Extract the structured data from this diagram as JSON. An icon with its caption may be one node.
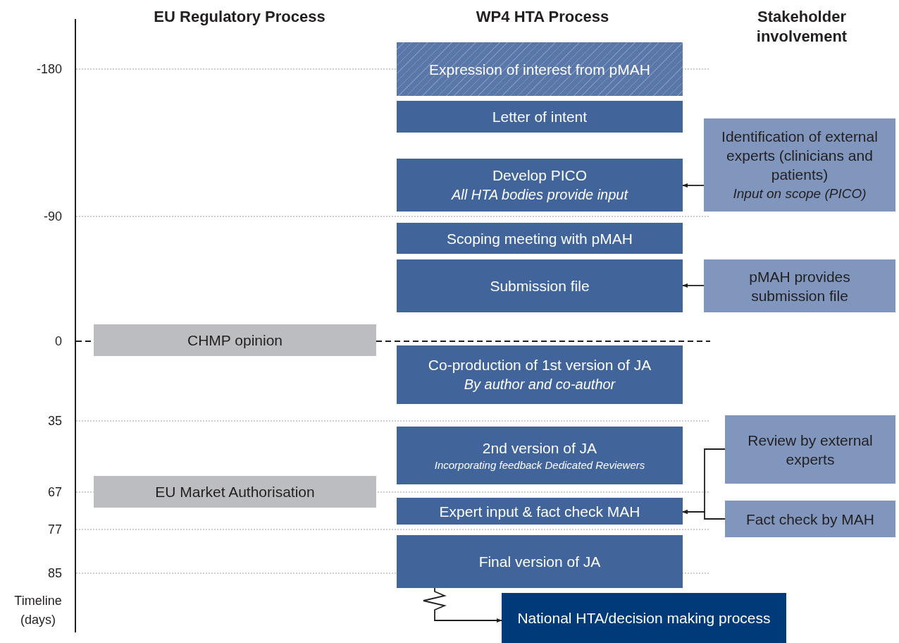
{
  "diagram": {
    "nodes": [
      {
        "text": [
          "Expression of interest from pMAH"
        ]
      },
      {
        "text": [
          "Letter of intent"
        ]
      },
      {
        "text": [
          "Develop PICO",
          "All HTA bodies provide input"
        ]
      },
      {
        "text": [
          "Identification of external experts (clinicians and patients)",
          "Input on scope (PICO)"
        ]
      },
      {
        "text": [
          "Scoping meeting with pMAH"
        ]
      },
      {
        "text": [
          "Submission file"
        ]
      },
      {
        "text": [
          "pMAH provides submission file"
        ]
      },
      {
        "text": [
          "CHMP opinion"
        ]
      },
      {
        "text": [
          "Co-production of 1st version of JA",
          "By author and co-author"
        ]
      },
      {
        "text": [
          "2nd version of JA",
          "Incorporating feedback Dedicated Reviewers"
        ]
      },
      {
        "text": [
          "Review by external experts"
        ]
      },
      {
        "text": [
          "EU Market Authorisation"
        ]
      },
      {
        "text": [
          "Expert input & fact check MAH"
        ]
      },
      {
        "text": [
          "Fact check by MAH"
        ]
      },
      {
        "text": [
          "Final version of JA"
        ]
      },
      {
        "text": [
          "National HTA/decision making process"
        ]
      }
    ],
    "edges": [
      {
        "from": 3,
        "to": 2,
        "arrow": "to"
      },
      {
        "from": 6,
        "to": 5,
        "arrow": "to"
      },
      {
        "from": 10,
        "to": 12,
        "arrow": "to"
      },
      {
        "from": 13,
        "to": 12,
        "arrow": "to"
      },
      {
        "from": 14,
        "to": 15,
        "arrow": "to"
      }
    ],
    "labels": [
      "EU Regulatory Process",
      "WP4 HTA Process",
      "Stakeholder involvement",
      "-180",
      "-90",
      "0",
      "35",
      "67",
      "77",
      "85",
      "Timeline (days)"
    ]
  }
}
